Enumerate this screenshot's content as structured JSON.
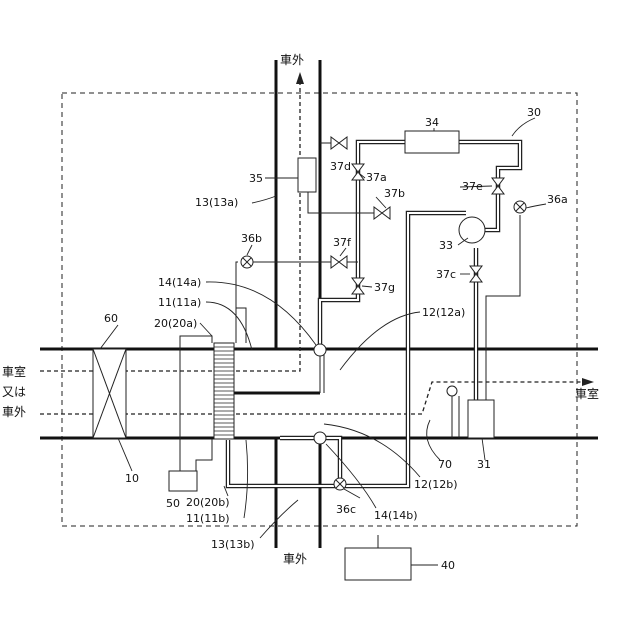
{
  "labels": {
    "car_exterior_top": "車外",
    "car_exterior_bottom": "車外",
    "cabin_right": "車室",
    "cabin_left_line1": "車室",
    "cabin_left_line2": "又は",
    "cabin_left_line3": "車外",
    "r30": "30",
    "r31": "31",
    "r33": "33",
    "r34": "34",
    "r35": "35",
    "r36a": "36a",
    "r36b": "36b",
    "r36c": "36c",
    "r37a": "37a",
    "r37b": "37b",
    "r37c": "37c",
    "r37d": "37d",
    "r37e": "37e",
    "r37f": "37f",
    "r37g": "37g",
    "r10": "10",
    "r11a": "11(11a)",
    "r11b": "11(11b)",
    "r12a": "12(12a)",
    "r12b": "12(12b)",
    "r13a": "13(13a)",
    "r13b": "13(13b)",
    "r14a": "14(14a)",
    "r14b": "14(14b)",
    "r20a": "20(20a)",
    "r20b": "20(20b)",
    "r40": "40",
    "r50": "50",
    "r60": "60",
    "r70": "70"
  }
}
